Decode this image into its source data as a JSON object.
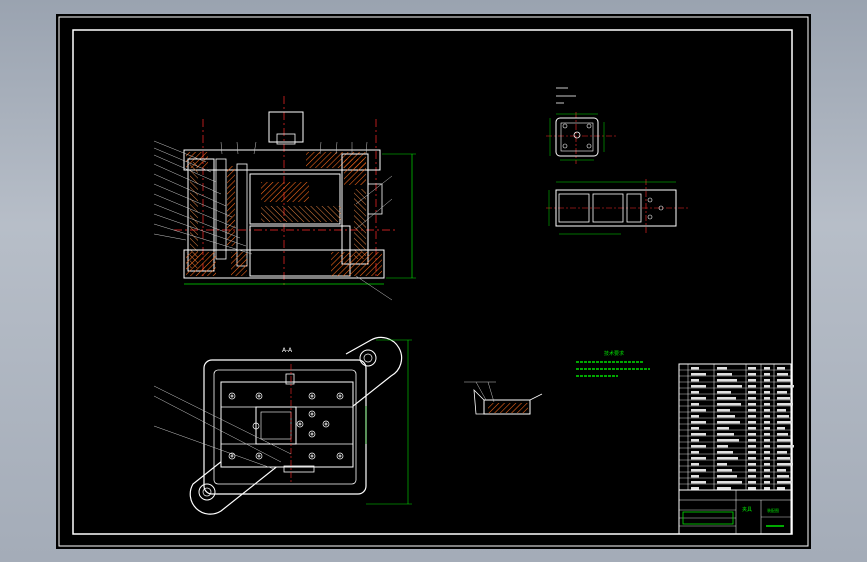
{
  "colors": {
    "background": "#000000",
    "frame": "#ffffff",
    "geometry": "#ffffff",
    "centerline": "#ff2a2a",
    "dimension": "#00e000",
    "hatch": "#ff6a1a",
    "hatch_alt": "#e08040",
    "leader": "#c8c8c8"
  },
  "views": {
    "main_section": "main-section-view",
    "top_view": "top-view",
    "part_top": "part-top-view",
    "part_front": "part-front-view",
    "detail": "detail-view"
  },
  "labels": {
    "top_view_title": "A-A",
    "tech_notes_title": "技术要求",
    "title_block_name": "夹具",
    "title_block_drawing": "装配图"
  }
}
